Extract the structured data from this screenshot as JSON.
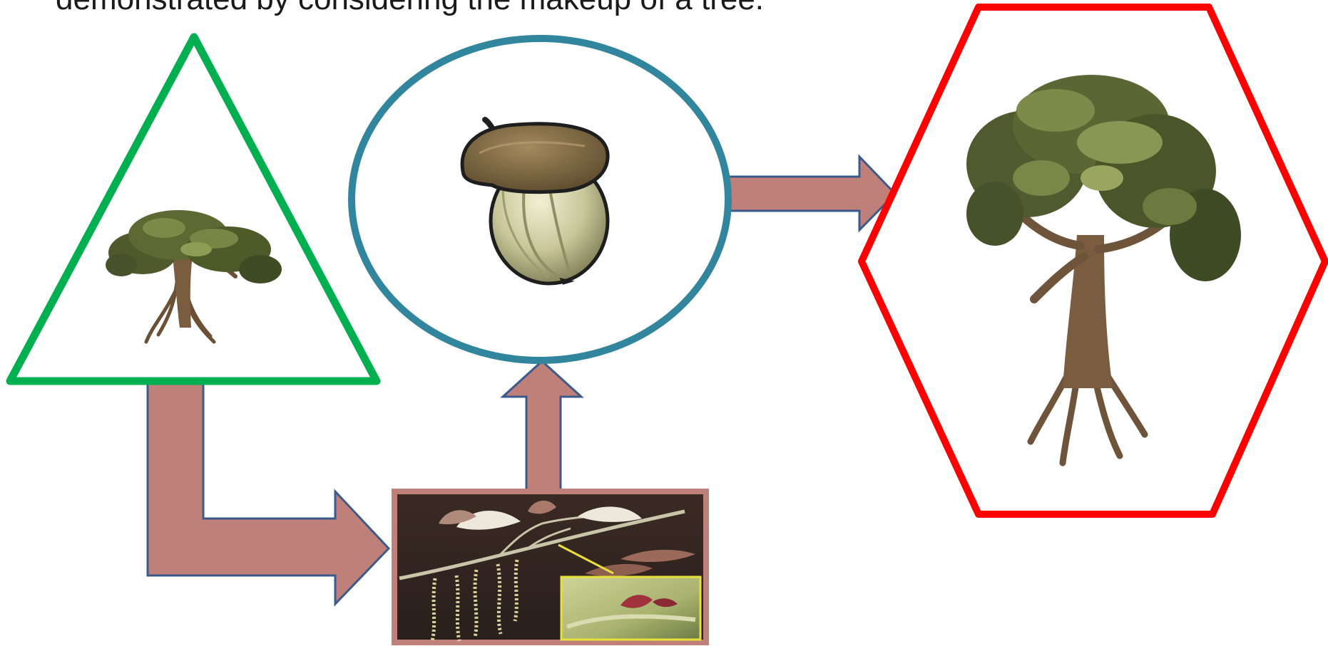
{
  "caption": "demonstrated by considering the makeup of a tree.",
  "colors": {
    "triangle_stroke": "#00b050",
    "circle_stroke": "#31859c",
    "hexagon_stroke": "#ff0000",
    "arrow_fill": "#c0807a",
    "arrow_stroke": "#3b5a8c",
    "photo_frame": "#c0807a"
  },
  "images": {
    "small_tree": "small-oak-tree-image",
    "acorn": "acorn-image",
    "branch_photo": "oak-branch-catkins-photo",
    "large_tree": "large-oak-tree-image"
  }
}
